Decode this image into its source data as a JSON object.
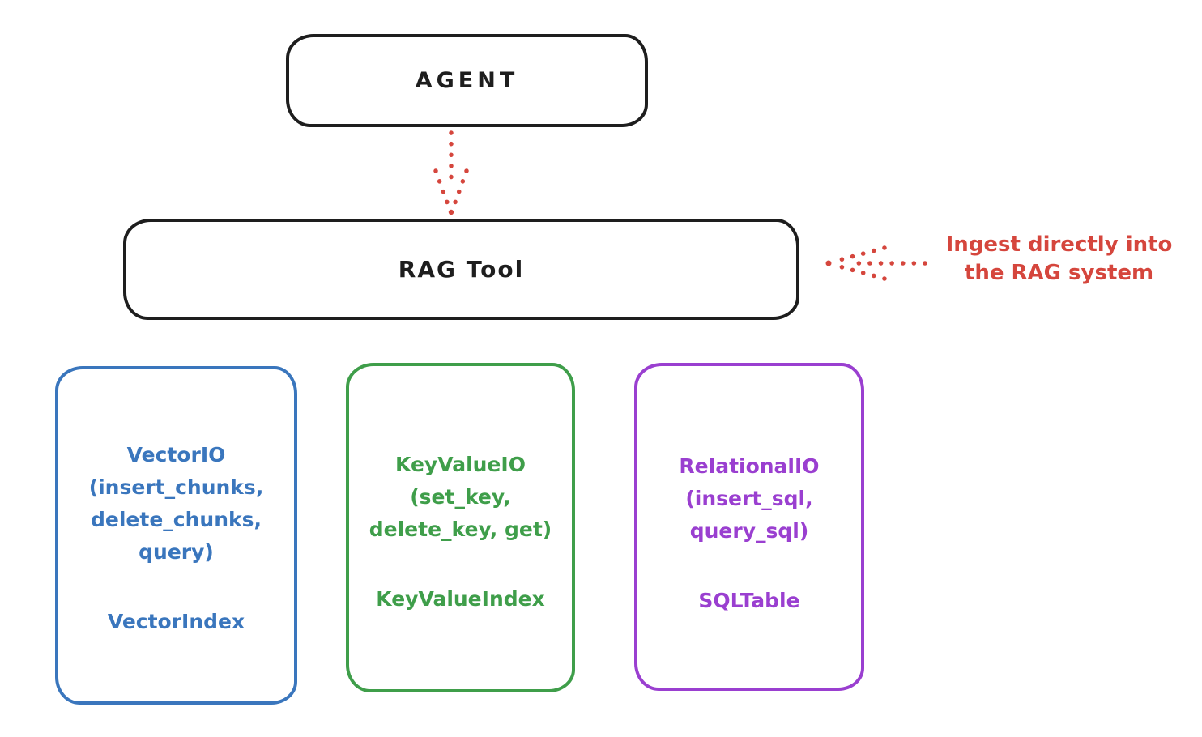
{
  "diagram": {
    "background": "#ffffff",
    "colors": {
      "ink": "#1e1e1e",
      "red": "#d5463d",
      "blue": "#3a76bd",
      "green": "#3f9e4a",
      "purple": "#9a3fd0"
    },
    "nodes": {
      "agent": {
        "label": "AGENT"
      },
      "rag_tool": {
        "label": "RAG Tool"
      },
      "vector": {
        "lines": [
          "VectorIO",
          "(insert_chunks,",
          "delete_chunks,",
          "query)"
        ],
        "index_label": "VectorIndex",
        "color": "#3a76bd"
      },
      "keyvalue": {
        "lines": [
          "KeyValueIO",
          "(set_key,",
          "delete_key, get)"
        ],
        "index_label": "KeyValueIndex",
        "color": "#3f9e4a"
      },
      "relational": {
        "lines": [
          "RelationalIO",
          "(insert_sql,",
          "query_sql)"
        ],
        "index_label": "SQLTable",
        "color": "#9a3fd0"
      }
    },
    "arrows": {
      "agent_to_rag": {
        "icon": "dotted-arrow-down",
        "color": "#d5463d"
      },
      "ingest_to_rag": {
        "icon": "dotted-arrow-left",
        "color": "#d5463d"
      }
    },
    "annotation": {
      "line1": "Ingest directly into",
      "line2": "the RAG system"
    }
  }
}
